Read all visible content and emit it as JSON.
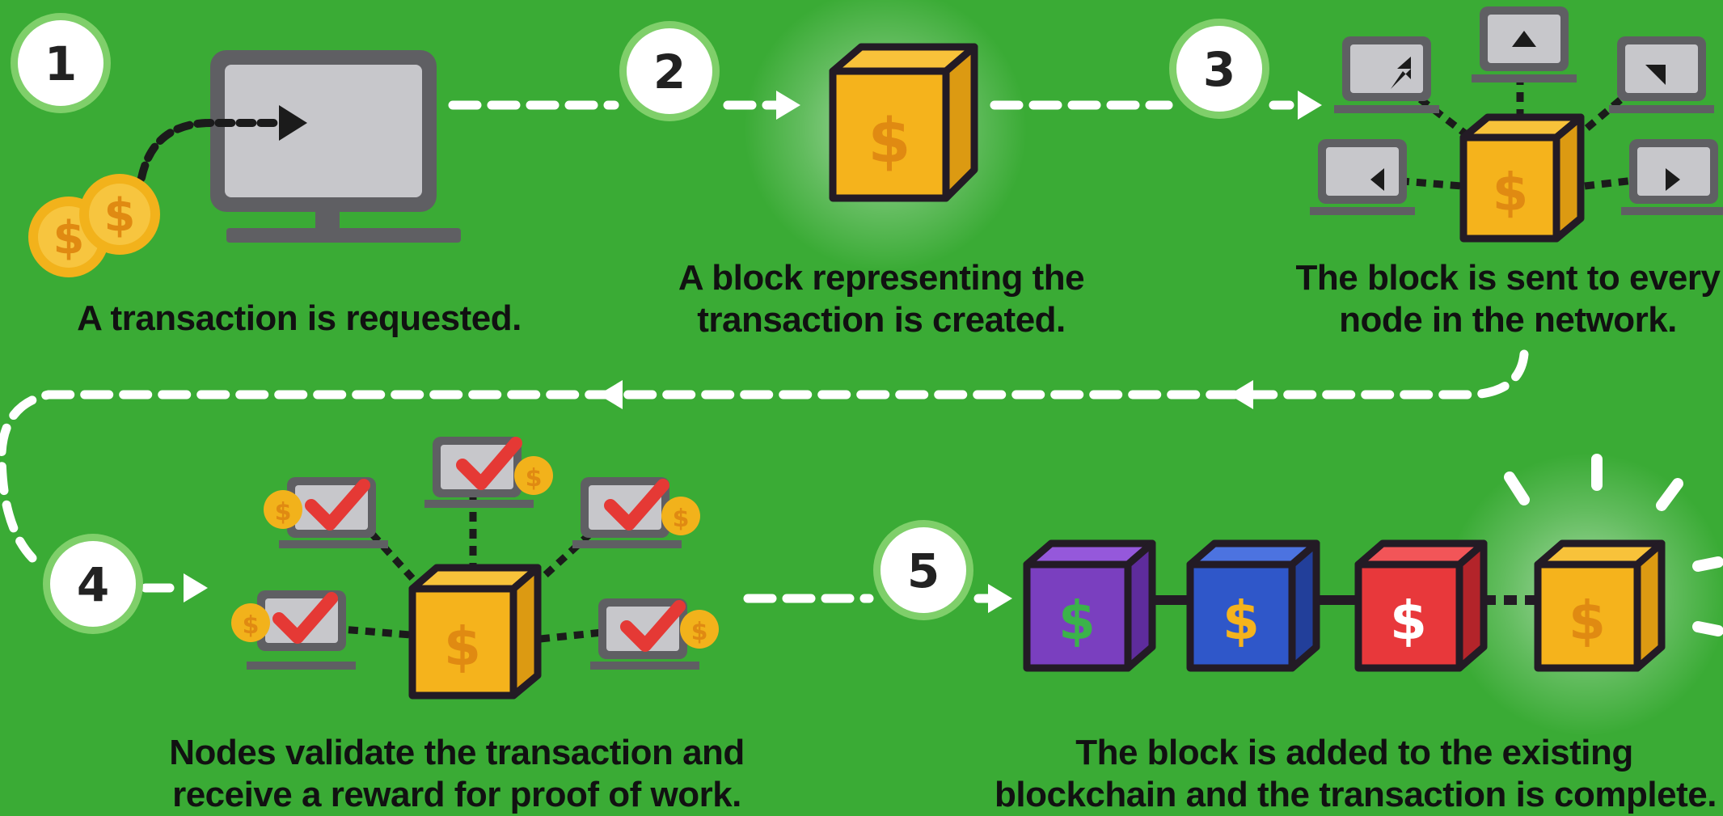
{
  "steps": [
    {
      "number": "1",
      "caption": "A transaction is requested."
    },
    {
      "number": "2",
      "caption_lines": [
        "A block representing the",
        "transaction is created."
      ]
    },
    {
      "number": "3",
      "caption_lines": [
        "The block is sent to every",
        "node in the network."
      ]
    },
    {
      "number": "4",
      "caption_lines": [
        "Nodes validate the transaction and",
        "receive a reward for proof of work."
      ]
    },
    {
      "number": "5",
      "caption_lines": [
        "The block is added to the existing",
        "blockchain and the transaction is complete."
      ]
    }
  ],
  "symbols": {
    "dollar": "$"
  },
  "colors": {
    "background": "#3aab35",
    "block_gold": "#f5b31c",
    "block_purple": "#7a3fbf",
    "block_blue": "#2f57c9",
    "block_red": "#e8383b",
    "screen": "#c7c7cb",
    "monitor_frame": "#5f5f63",
    "check_red": "#e53935",
    "coin": "#f2b21b",
    "outline": "#231b25"
  }
}
